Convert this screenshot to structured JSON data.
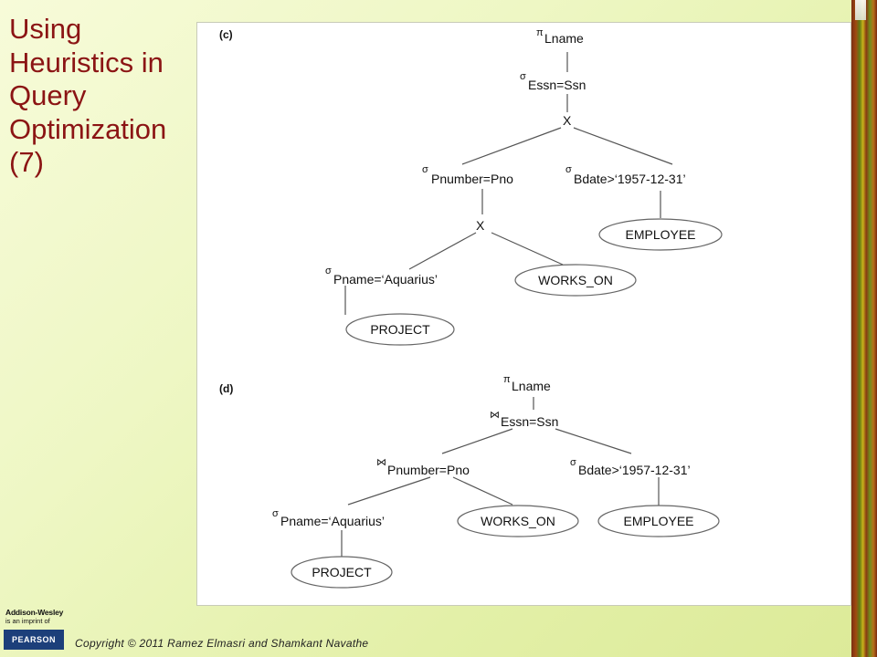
{
  "title": {
    "lines": [
      "Using",
      "Heuristics in",
      "Query",
      "Optimization",
      "(7)"
    ]
  },
  "copyright": "Copyright © 2011 Ramez Elmasri and Shamkant Navathe",
  "logo": {
    "brand": "Addison-Wesley",
    "tagline": "is an imprint of",
    "publisher": "PEARSON"
  },
  "diagram_c": {
    "label": "(c)",
    "pi": "π",
    "lname": "Lname",
    "sigma": "σ",
    "essn": "Essn=Ssn",
    "cross": "X",
    "pnumber": "Pnumber=Pno",
    "bdate": "Bdate>‘1957-12-31’",
    "employee": "EMPLOYEE",
    "pname": "Pname=‘Aquarius’",
    "works_on": "WORKS_ON",
    "project": "PROJECT"
  },
  "diagram_d": {
    "label": "(d)",
    "pi": "π",
    "lname": "Lname",
    "join": "⋈",
    "sigma": "σ",
    "essn": "Essn=Ssn",
    "pnumber": "Pnumber=Pno",
    "bdate": "Bdate>‘1957-12-31’",
    "pname": "Pname=‘Aquarius’",
    "works_on": "WORKS_ON",
    "employee": "EMPLOYEE",
    "project": "PROJECT"
  }
}
